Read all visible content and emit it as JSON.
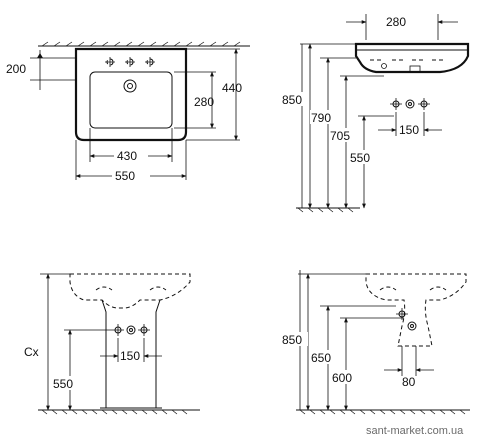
{
  "views": {
    "top": {
      "width_outer": "550",
      "width_inner": "430",
      "depth_total": "440",
      "depth_inner": "280",
      "offset_back": "200"
    },
    "side": {
      "depth": "280",
      "height_rim": "850",
      "height_inner": "790",
      "height_waste": "705",
      "height_drain": "550",
      "tap_spacing": "150"
    },
    "front_pedestal": {
      "height_label": "Cx",
      "tap_spacing": "150",
      "height_drain": "550"
    },
    "side_pedestal": {
      "height_rim": "850",
      "height_inner": "650",
      "height_drain": "600",
      "tap_spacing": "80"
    }
  },
  "watermark": "sant-market.com.ua"
}
